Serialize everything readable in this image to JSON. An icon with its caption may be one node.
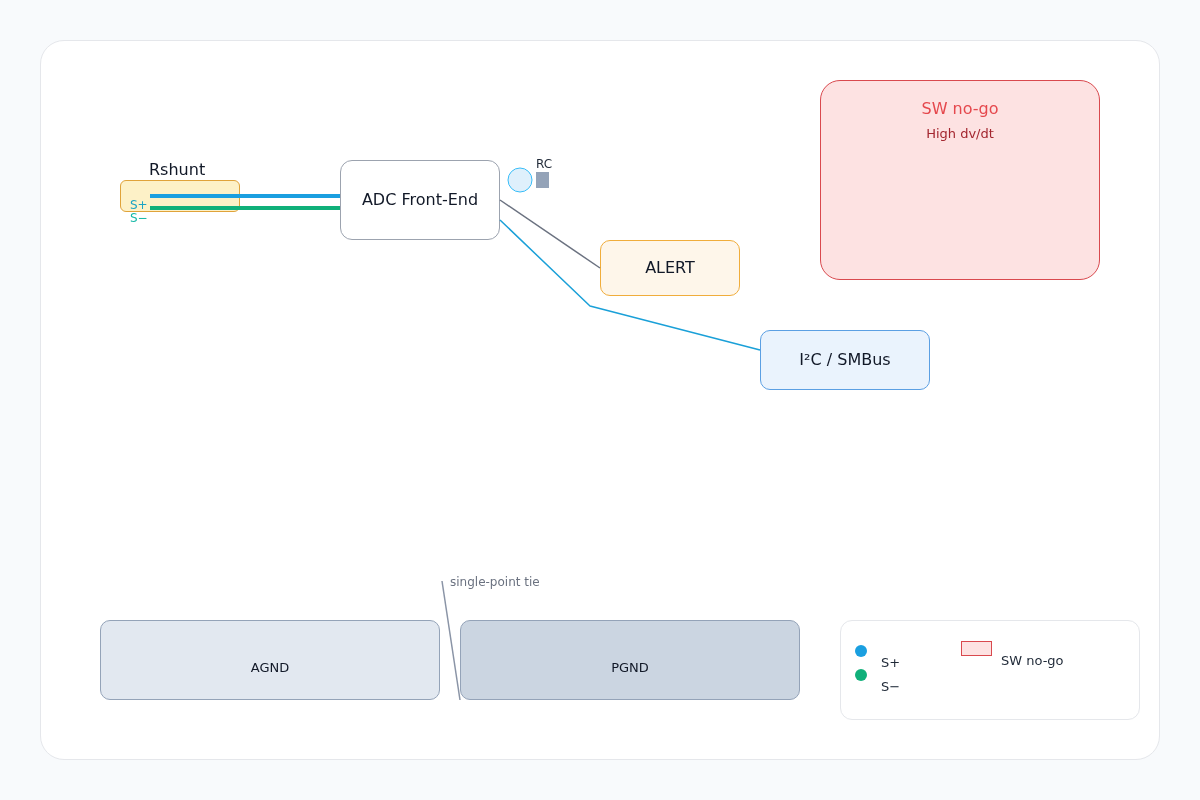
{
  "diagram": {
    "nodes": [
      {
        "text": [
          "Rshunt"
        ]
      },
      {
        "text": [
          "ADC Front-End"
        ]
      },
      {
        "text": [
          "ALERT"
        ]
      },
      {
        "text": [
          "I²C / SMBus"
        ]
      },
      {
        "text": [
          "SW no-go",
          "High dv/dt"
        ]
      },
      {
        "text": [
          "single-point tie"
        ]
      },
      {
        "text": [
          "AGND"
        ]
      },
      {
        "text": [
          "PGND"
        ]
      }
    ],
    "edges": [
      {
        "from": 0,
        "to": 1,
        "arrow": "none",
        "style": "thick",
        "color": "#1a9fe0"
      },
      {
        "from": 0,
        "to": 1,
        "arrow": "none",
        "style": "thick",
        "color": "#10b07a"
      },
      {
        "from": 1,
        "to": 2,
        "arrow": "none",
        "color": "#6b7280"
      },
      {
        "from": 1,
        "to": 3,
        "arrow": "none",
        "color": "#1aa0d8"
      },
      {
        "from": 5,
        "to": 7,
        "arrow": "none",
        "color": "#8a94a6"
      }
    ],
    "labels": [
      "RC",
      "S+",
      "S−"
    ],
    "legend": [
      {
        "text": "S+",
        "color": "#1a9fe0"
      },
      {
        "text": "S−",
        "color": "#10b07a"
      },
      {
        "text": "SW no-go",
        "color": "#fde2e2"
      }
    ]
  }
}
